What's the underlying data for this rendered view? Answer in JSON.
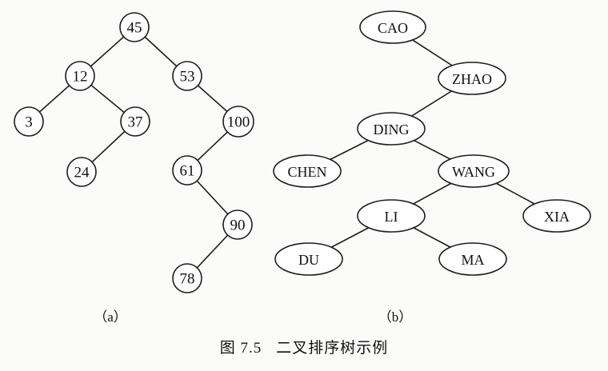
{
  "tree_a": {
    "label": "（a）",
    "nodes": [
      {
        "id": "a45",
        "text": "45"
      },
      {
        "id": "a12",
        "text": "12"
      },
      {
        "id": "a53",
        "text": "53"
      },
      {
        "id": "a3",
        "text": "3"
      },
      {
        "id": "a37",
        "text": "37"
      },
      {
        "id": "a100",
        "text": "100"
      },
      {
        "id": "a24",
        "text": "24"
      },
      {
        "id": "a61",
        "text": "61"
      },
      {
        "id": "a90",
        "text": "90"
      },
      {
        "id": "a78",
        "text": "78"
      }
    ],
    "edges": [
      [
        "a45",
        "a12"
      ],
      [
        "a45",
        "a53"
      ],
      [
        "a12",
        "a3"
      ],
      [
        "a12",
        "a37"
      ],
      [
        "a37",
        "a24"
      ],
      [
        "a53",
        "a100"
      ],
      [
        "a100",
        "a61"
      ],
      [
        "a61",
        "a90"
      ],
      [
        "a90",
        "a78"
      ]
    ]
  },
  "tree_b": {
    "label": "（b）",
    "nodes": [
      {
        "id": "bCAO",
        "text": "CAO"
      },
      {
        "id": "bZHAO",
        "text": "ZHAO"
      },
      {
        "id": "bDING",
        "text": "DING"
      },
      {
        "id": "bCHEN",
        "text": "CHEN"
      },
      {
        "id": "bWANG",
        "text": "WANG"
      },
      {
        "id": "bLI",
        "text": "LI"
      },
      {
        "id": "bXIA",
        "text": "XIA"
      },
      {
        "id": "bDU",
        "text": "DU"
      },
      {
        "id": "bMA",
        "text": "MA"
      }
    ],
    "edges": [
      [
        "bCAO",
        "bZHAO"
      ],
      [
        "bZHAO",
        "bDING"
      ],
      [
        "bDING",
        "bCHEN"
      ],
      [
        "bDING",
        "bWANG"
      ],
      [
        "bWANG",
        "bLI"
      ],
      [
        "bWANG",
        "bXIA"
      ],
      [
        "bLI",
        "bDU"
      ],
      [
        "bLI",
        "bMA"
      ]
    ]
  },
  "caption": {
    "figure_number": "图 7.5",
    "text": "二叉排序树示例"
  }
}
